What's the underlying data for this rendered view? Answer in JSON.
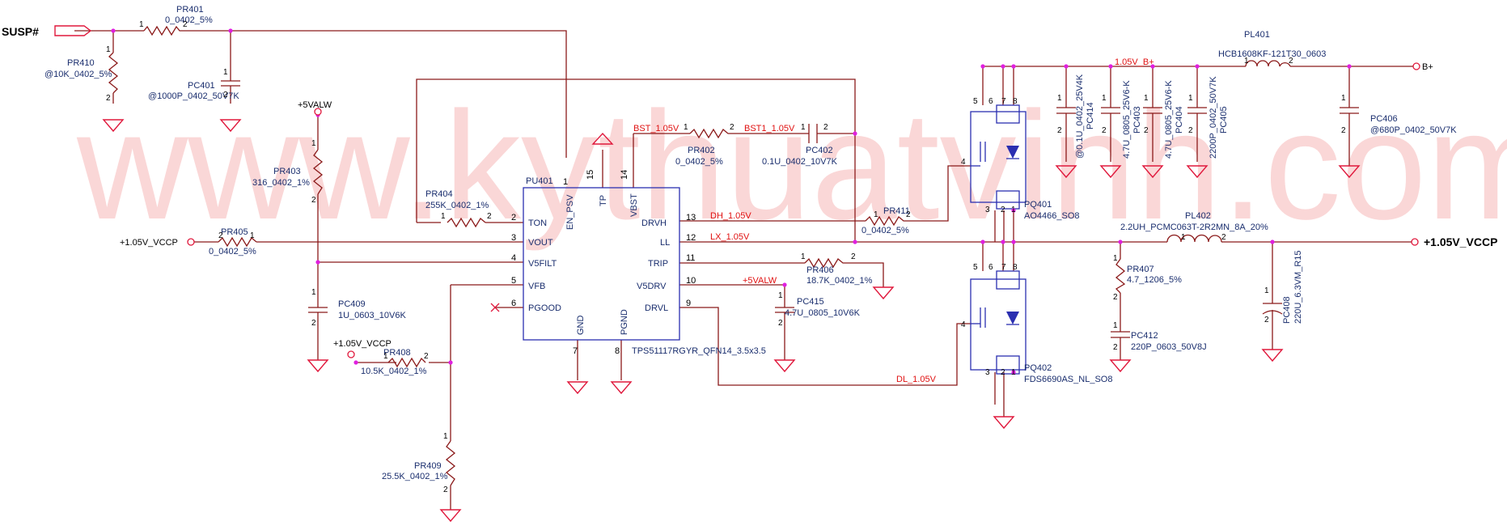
{
  "watermark": "www.kythuatvinh.com",
  "ports": {
    "susp": "SUSP#",
    "vccp_out": "+1.05V_VCCP",
    "vccp_in": "+1.05V_VCCP",
    "vccp_in2": "+1.05V_VCCP",
    "bplus": "B+",
    "valw": "+5VALW"
  },
  "ic": {
    "ref": "PU401",
    "part": "TPS51117RGYR_QFN14_3.5x3.5",
    "pins_left": [
      {
        "num": "2",
        "name": "TON"
      },
      {
        "num": "3",
        "name": "VOUT"
      },
      {
        "num": "4",
        "name": "V5FILT"
      },
      {
        "num": "5",
        "name": "VFB"
      },
      {
        "num": "6",
        "name": "PGOOD"
      }
    ],
    "pins_right": [
      {
        "num": "13",
        "name": "DRVH"
      },
      {
        "num": "12",
        "name": "LL"
      },
      {
        "num": "11",
        "name": "TRIP"
      },
      {
        "num": "10",
        "name": "V5DRV"
      },
      {
        "num": "9",
        "name": "DRVL"
      }
    ],
    "pins_top": [
      {
        "num": "1",
        "name": "EN_PSV"
      },
      {
        "num": "15",
        "name": "TP"
      },
      {
        "num": "14",
        "name": "VBST"
      }
    ],
    "pins_bottom": [
      {
        "num": "7",
        "name": "GND"
      },
      {
        "num": "8",
        "name": "PGND"
      }
    ]
  },
  "nets": {
    "bst": "BST_1.05V",
    "bst1": "BST1_1.05V",
    "dh": "DH_1.05V",
    "lx": "LX_1.05V",
    "dl": "DL_1.05V",
    "valw": "+5VALW",
    "b105": "1.05V_B+"
  },
  "components": {
    "pr401": {
      "ref": "PR401",
      "val": "0_0402_5%"
    },
    "pr410": {
      "ref": "PR410",
      "val": "@10K_0402_5%"
    },
    "pc401": {
      "ref": "PC401",
      "val": "@1000P_0402_50V7K"
    },
    "pr403": {
      "ref": "PR403",
      "val": "316_0402_1%"
    },
    "pr404": {
      "ref": "PR404",
      "val": "255K_0402_1%"
    },
    "pr405": {
      "ref": "PR405",
      "val": "0_0402_5%"
    },
    "pc409": {
      "ref": "PC409",
      "val": "1U_0603_10V6K"
    },
    "pr408": {
      "ref": "PR408",
      "val": "10.5K_0402_1%"
    },
    "pr409": {
      "ref": "PR409",
      "val": "25.5K_0402_1%"
    },
    "pr402": {
      "ref": "PR402",
      "val": "0_0402_5%"
    },
    "pc402": {
      "ref": "PC402",
      "val": "0.1U_0402_10V7K"
    },
    "pr411": {
      "ref": "PR411",
      "val": "0_0402_5%"
    },
    "pr406": {
      "ref": "PR406",
      "val": "18.7K_0402_1%"
    },
    "pc415": {
      "ref": "PC415",
      "val": "4.7U_0805_10V6K"
    },
    "pq401": {
      "ref": "PQ401",
      "val": "AO4466_SO8"
    },
    "pq402": {
      "ref": "PQ402",
      "val": "FDS6690AS_NL_SO8"
    },
    "pc414": {
      "ref": "PC414",
      "val": "@0.1U_0402_25V4K"
    },
    "pc403": {
      "ref": "PC403",
      "val": "4.7U_0805_25V6-K"
    },
    "pc404": {
      "ref": "PC404",
      "val": "4.7U_0805_25V6-K"
    },
    "pc405": {
      "ref": "PC405",
      "val": "2200P_0402_50V7K"
    },
    "pl401": {
      "ref": "PL401",
      "val": "HCB1608KF-121T30_0603"
    },
    "pc406": {
      "ref": "PC406",
      "val": "@680P_0402_50V7K"
    },
    "pl402": {
      "ref": "PL402",
      "val": "2.2UH_PCMC063T-2R2MN_8A_20%"
    },
    "pr407": {
      "ref": "PR407",
      "val": "4.7_1206_5%"
    },
    "pc412": {
      "ref": "PC412",
      "val": "220P_0603_50V8J"
    },
    "pc408": {
      "ref": "PC408",
      "val": "220U_6.3VM_R15"
    }
  },
  "colors": {
    "wire": "#8b1a1a",
    "ic_outline": "#2b2fb0",
    "net_label": "#e01010",
    "ref_label": "#1a2e6e",
    "junction": "#e020e0"
  }
}
